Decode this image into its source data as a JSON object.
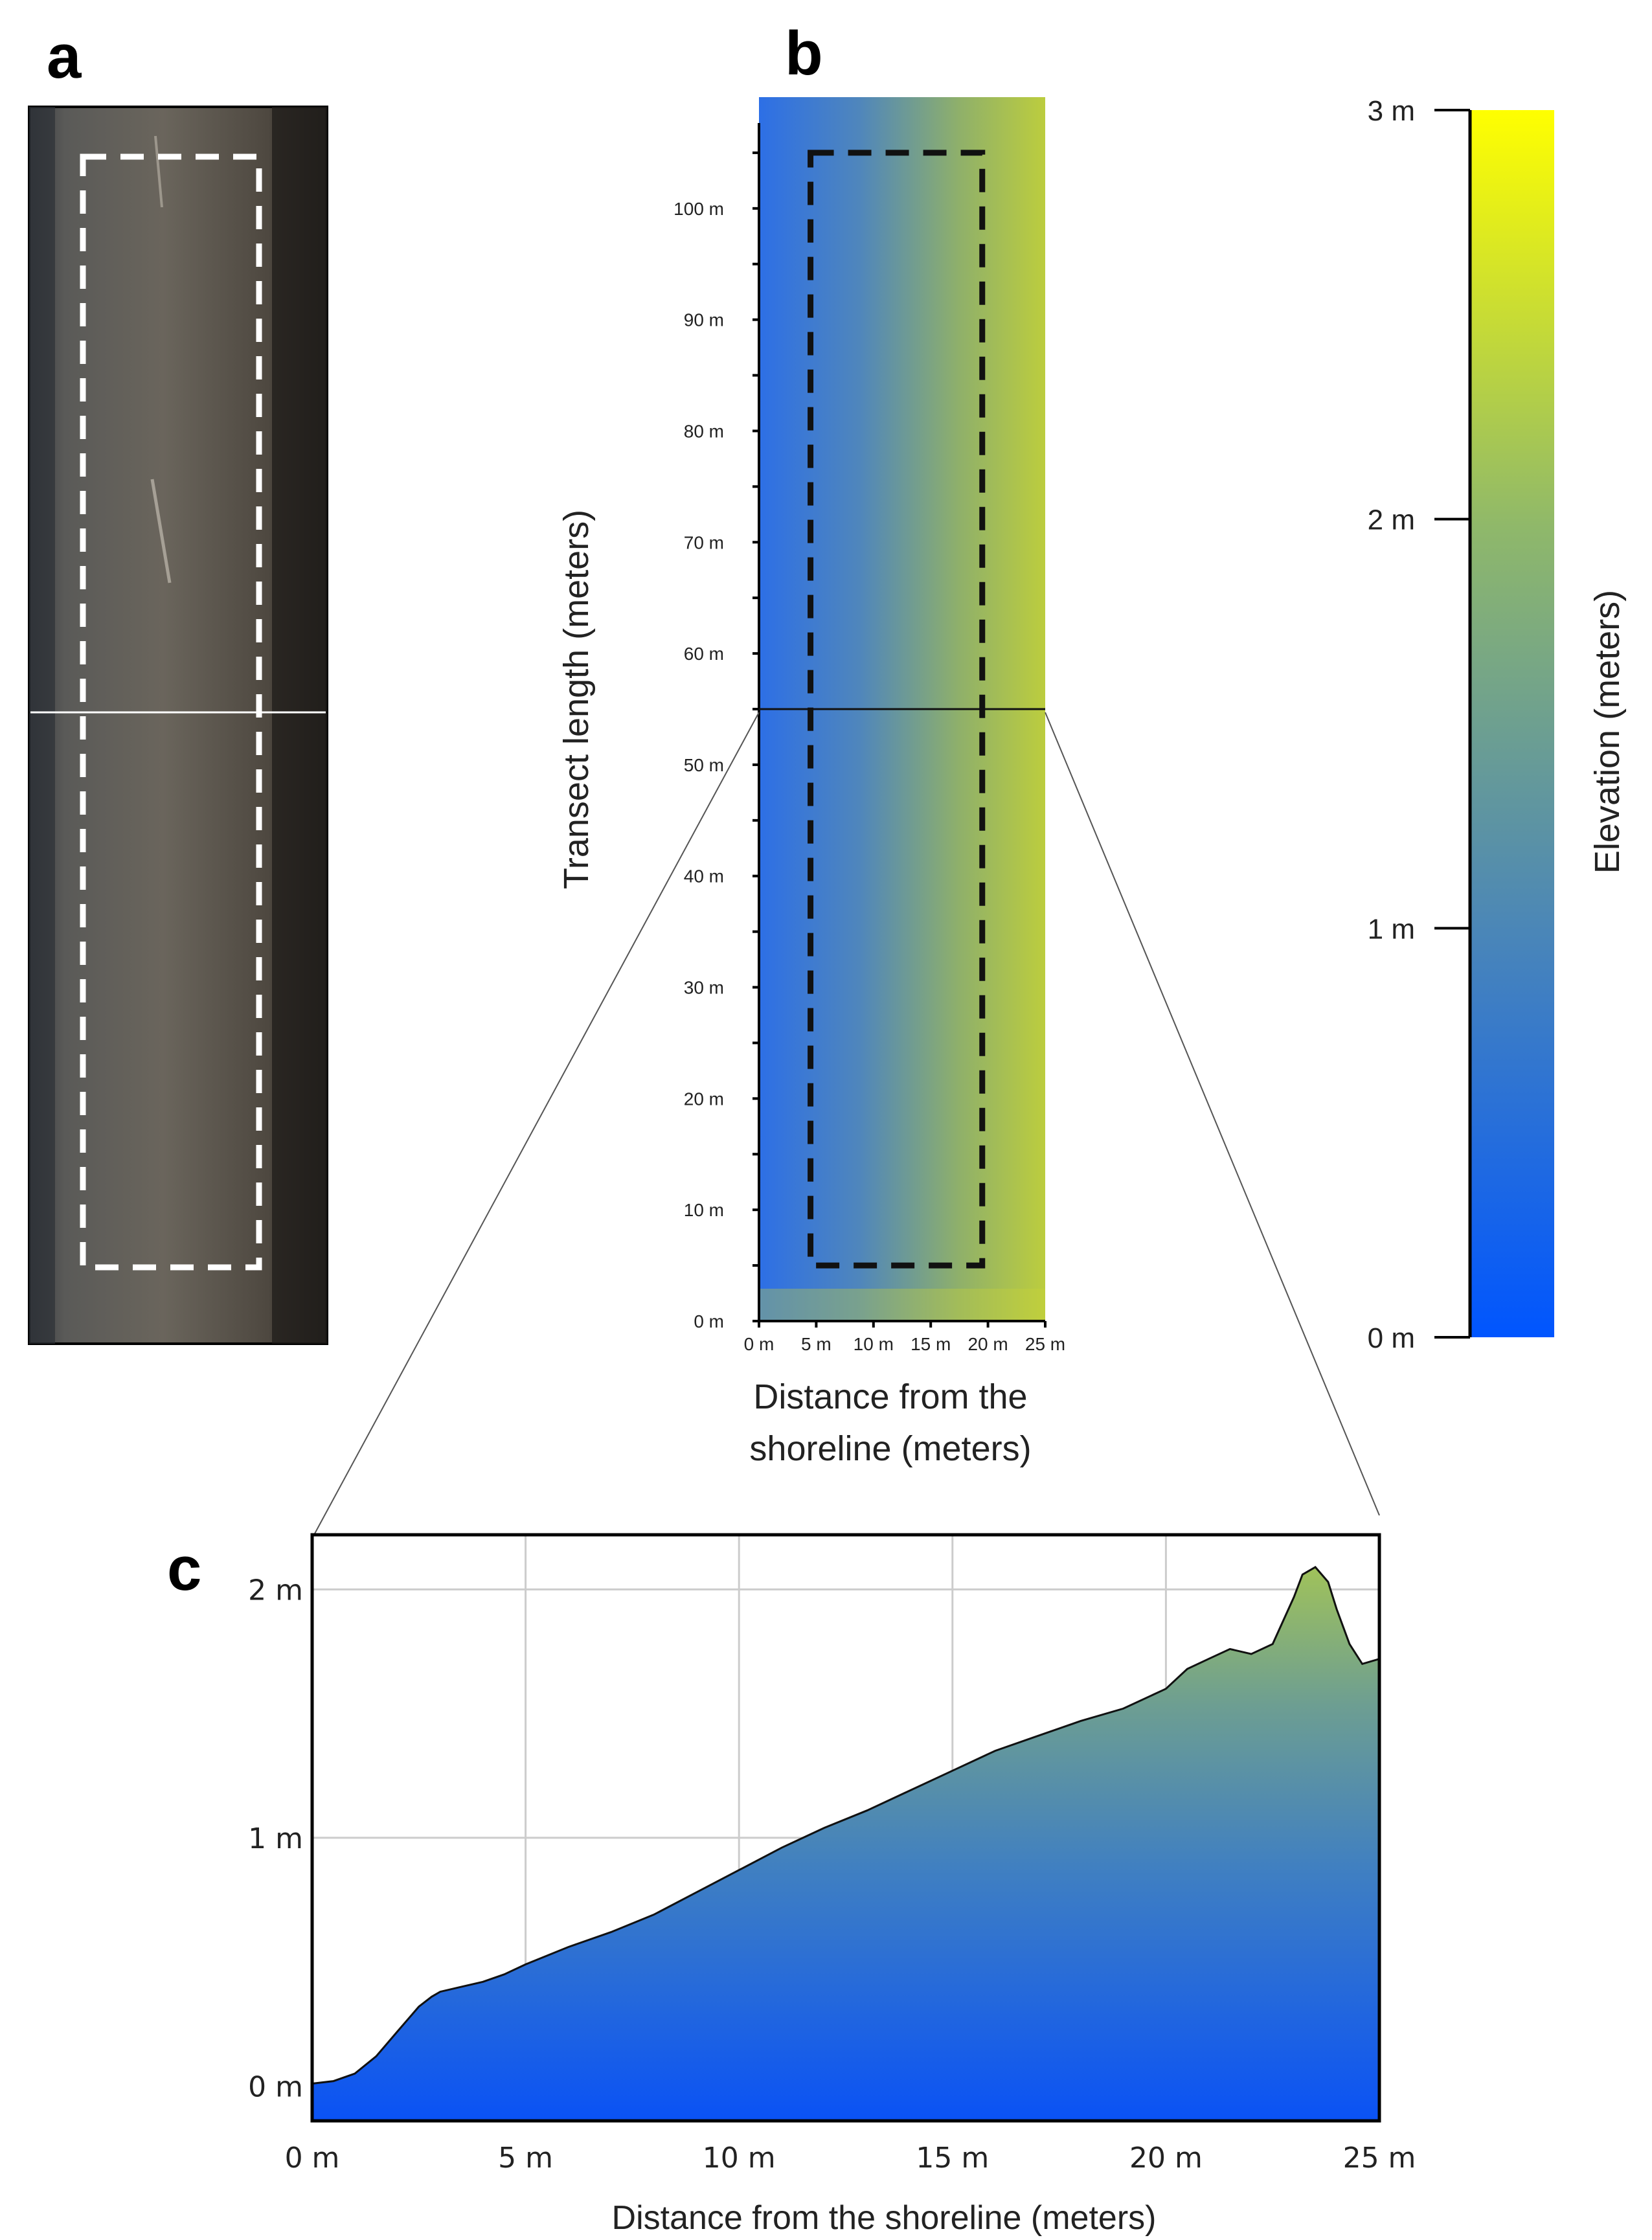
{
  "panels": {
    "a": {
      "letter": "a"
    },
    "b": {
      "letter": "b"
    },
    "c": {
      "letter": "c"
    }
  },
  "chart_data": [
    {
      "type": "heatmap",
      "panel": "b",
      "ylabel": "Transect length (meters)",
      "xlabel_lines": [
        "Distance from the",
        "shoreline (meters)"
      ],
      "x_ticks": [
        "0 m",
        "5 m",
        "10 m",
        "15 m",
        "20 m",
        "25 m"
      ],
      "x_tick_values": [
        0,
        5,
        10,
        15,
        20,
        25
      ],
      "y_ticks": [
        "0 m",
        "10 m",
        "20 m",
        "30 m",
        "40 m",
        "50 m",
        "60 m",
        "70 m",
        "80 m",
        "90 m",
        "100 m"
      ],
      "y_tick_values": [
        0,
        10,
        20,
        30,
        40,
        50,
        60,
        70,
        80,
        90,
        100
      ],
      "xlim": [
        0,
        25
      ],
      "ylim": [
        0,
        110
      ],
      "colorbar": {
        "label": "Elevation (meters)",
        "ticks": [
          "0 m",
          "1 m",
          "2 m",
          "3 m"
        ],
        "tick_values": [
          0,
          1,
          2,
          3
        ],
        "range": [
          0,
          3
        ],
        "colors": [
          "#0055ff",
          "#4a86b8",
          "#8fb86a",
          "#ffff00"
        ]
      },
      "transect_line_y": 55,
      "study_box": {
        "x": [
          4.5,
          19.5
        ],
        "y": [
          5,
          105
        ]
      }
    },
    {
      "type": "area",
      "panel": "c",
      "xlabel": "Distance from the shoreline (meters)",
      "x_ticks": [
        "0 m",
        "5 m",
        "10 m",
        "15 m",
        "20 m",
        "25 m"
      ],
      "x_tick_values": [
        0,
        5,
        10,
        15,
        20,
        25
      ],
      "y_ticks": [
        "0 m",
        "1 m",
        "2 m"
      ],
      "y_tick_values": [
        0,
        1,
        2
      ],
      "xlim": [
        0,
        25
      ],
      "ylim": [
        -0.14,
        2.22
      ],
      "grid": true,
      "x": [
        0,
        0.5,
        1.0,
        1.5,
        2.0,
        2.5,
        2.8,
        3.0,
        3.5,
        4.0,
        4.5,
        5.0,
        6.0,
        7.0,
        8.0,
        9.0,
        10.0,
        11.0,
        12.0,
        13.0,
        14.0,
        15.0,
        16.0,
        17.0,
        18.0,
        19.0,
        20.0,
        20.5,
        21.0,
        21.5,
        22.0,
        22.5,
        23.0,
        23.2,
        23.5,
        23.8,
        24.0,
        24.3,
        24.6,
        25.0
      ],
      "y": [
        0.01,
        0.02,
        0.05,
        0.12,
        0.22,
        0.32,
        0.36,
        0.38,
        0.4,
        0.42,
        0.45,
        0.49,
        0.56,
        0.62,
        0.69,
        0.78,
        0.87,
        0.96,
        1.04,
        1.11,
        1.19,
        1.27,
        1.35,
        1.41,
        1.47,
        1.52,
        1.6,
        1.68,
        1.72,
        1.76,
        1.74,
        1.78,
        1.97,
        2.06,
        2.09,
        2.03,
        1.92,
        1.78,
        1.7,
        1.72
      ]
    }
  ]
}
